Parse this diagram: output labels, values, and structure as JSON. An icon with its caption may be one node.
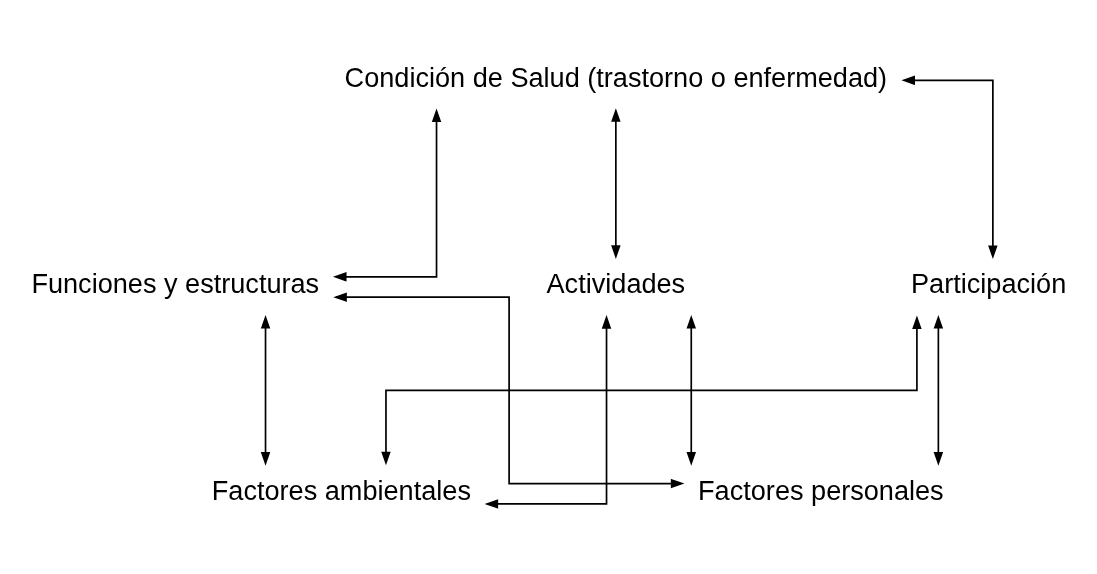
{
  "diagram": {
    "nodes": [
      {
        "text": [
          "Condición de Salud (trastorno o enfermedad)"
        ]
      },
      {
        "text": [
          "Funciones y estructuras"
        ]
      },
      {
        "text": [
          "Actividades"
        ]
      },
      {
        "text": [
          "Participación"
        ]
      },
      {
        "text": [
          "Factores ambientales"
        ]
      },
      {
        "text": [
          "Factores personales"
        ]
      }
    ],
    "edges": [
      {
        "from": 0,
        "to": 1,
        "arrow": "both"
      },
      {
        "from": 0,
        "to": 2,
        "arrow": "both"
      },
      {
        "from": 0,
        "to": 3,
        "arrow": "both"
      },
      {
        "from": 4,
        "to": 1,
        "arrow": "both"
      },
      {
        "from": 4,
        "to": 2,
        "arrow": "both"
      },
      {
        "from": 4,
        "to": 3,
        "arrow": "both"
      },
      {
        "from": 5,
        "to": 1,
        "arrow": "both"
      },
      {
        "from": 5,
        "to": 2,
        "arrow": "both"
      },
      {
        "from": 5,
        "to": 3,
        "arrow": "both"
      }
    ]
  }
}
